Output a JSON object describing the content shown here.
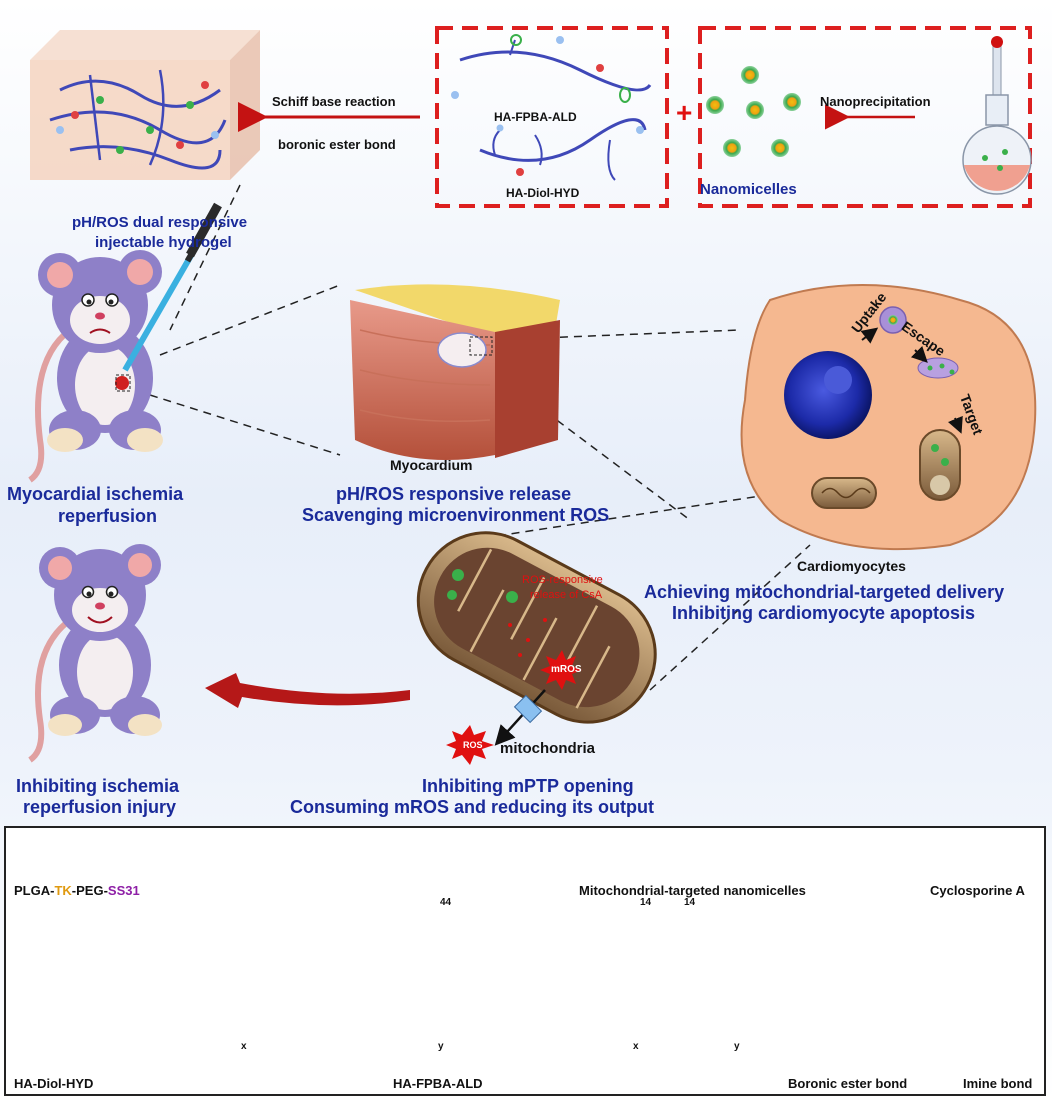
{
  "top": {
    "reaction_line1": "Schiff base reaction",
    "reaction_line2": "boronic ester bond",
    "hydrogel_line1": "pH/ROS dual responsive",
    "hydrogel_line2": "injectable hydrogel",
    "fpba_ald": "HA-FPBA-ALD",
    "diol_hyd": "HA-Diol-HYD",
    "plus": "+",
    "nanomicelles": "Nanomicelles",
    "nanoprecipitation": "Nanoprecipitation"
  },
  "middle": {
    "mi_line1": "Myocardial ischemia",
    "mi_line2": "reperfusion",
    "myocardium": "Myocardium",
    "release_line1": "pH/ROS responsive release",
    "release_line2": "Scavenging microenvironment ROS",
    "uptake": "Uptake",
    "escape": "Escape",
    "target": "Target",
    "cardiomyocytes": "Cardiomyocytes",
    "delivery_line1": "Achieving mitochondrial-targeted delivery",
    "delivery_line2": "Inhibiting cardiomyocyte apoptosis"
  },
  "bottom": {
    "ros_release_line1": "ROS-responsive",
    "ros_release_line2": "release of CsA",
    "mros": "mROS",
    "ros": "ROS",
    "mitochondria": "mitochondria",
    "inhibit_line1": "Inhibiting ischemia",
    "inhibit_line2": "reperfusion injury",
    "mptp_line1": "Inhibiting mPTP opening",
    "mptp_line2": "Consuming mROS and reducing its output"
  },
  "legend": {
    "plga": "PLGA-",
    "tk": "TK",
    "peg": "-PEG-",
    "ss31": "SS31",
    "mito_nano": "Mitochondrial-targeted nanomicelles",
    "csa": "Cyclosporine A",
    "diol_hyd": "HA-Diol-HYD",
    "fpba_ald": "HA-FPBA-ALD",
    "boronic": "Boronic ester bond",
    "imine": "Imine bond",
    "n44": "44",
    "n14a": "14",
    "n14b": "14",
    "nx1": "x",
    "ny1": "y",
    "nx2": "x",
    "ny2": "y"
  },
  "colors": {
    "label_blue": "#1a2a9a",
    "arrow_red": "#c41212",
    "dash_red": "#dd1f1f",
    "peptide_purple": "#8e1fa6",
    "tk_orange": "#e09a10"
  }
}
